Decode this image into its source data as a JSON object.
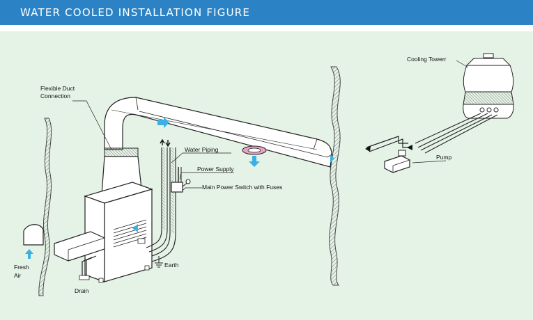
{
  "header": {
    "title": "WATER COOLED INSTALLATION FIGURE"
  },
  "labels": {
    "flexible_duct_line1": "Flexible Duct",
    "flexible_duct_line2": "Connection",
    "water_piping": "Water Piping",
    "power_supply": "Power Supply",
    "main_power_switch": "Main Power Switch with Fuses",
    "earth": "Earth",
    "fresh_line1": "Fresh",
    "fresh_line2": "Air",
    "drain": "Drain",
    "cooling_tower": "Cooling Towerr",
    "pump": "Pump"
  },
  "colors": {
    "header_bg": "#2b82c4",
    "panel_bg": "#e5f2e6",
    "arrow_blue": "#3ab0e3",
    "diffuser_pink": "#e9a3c5"
  }
}
